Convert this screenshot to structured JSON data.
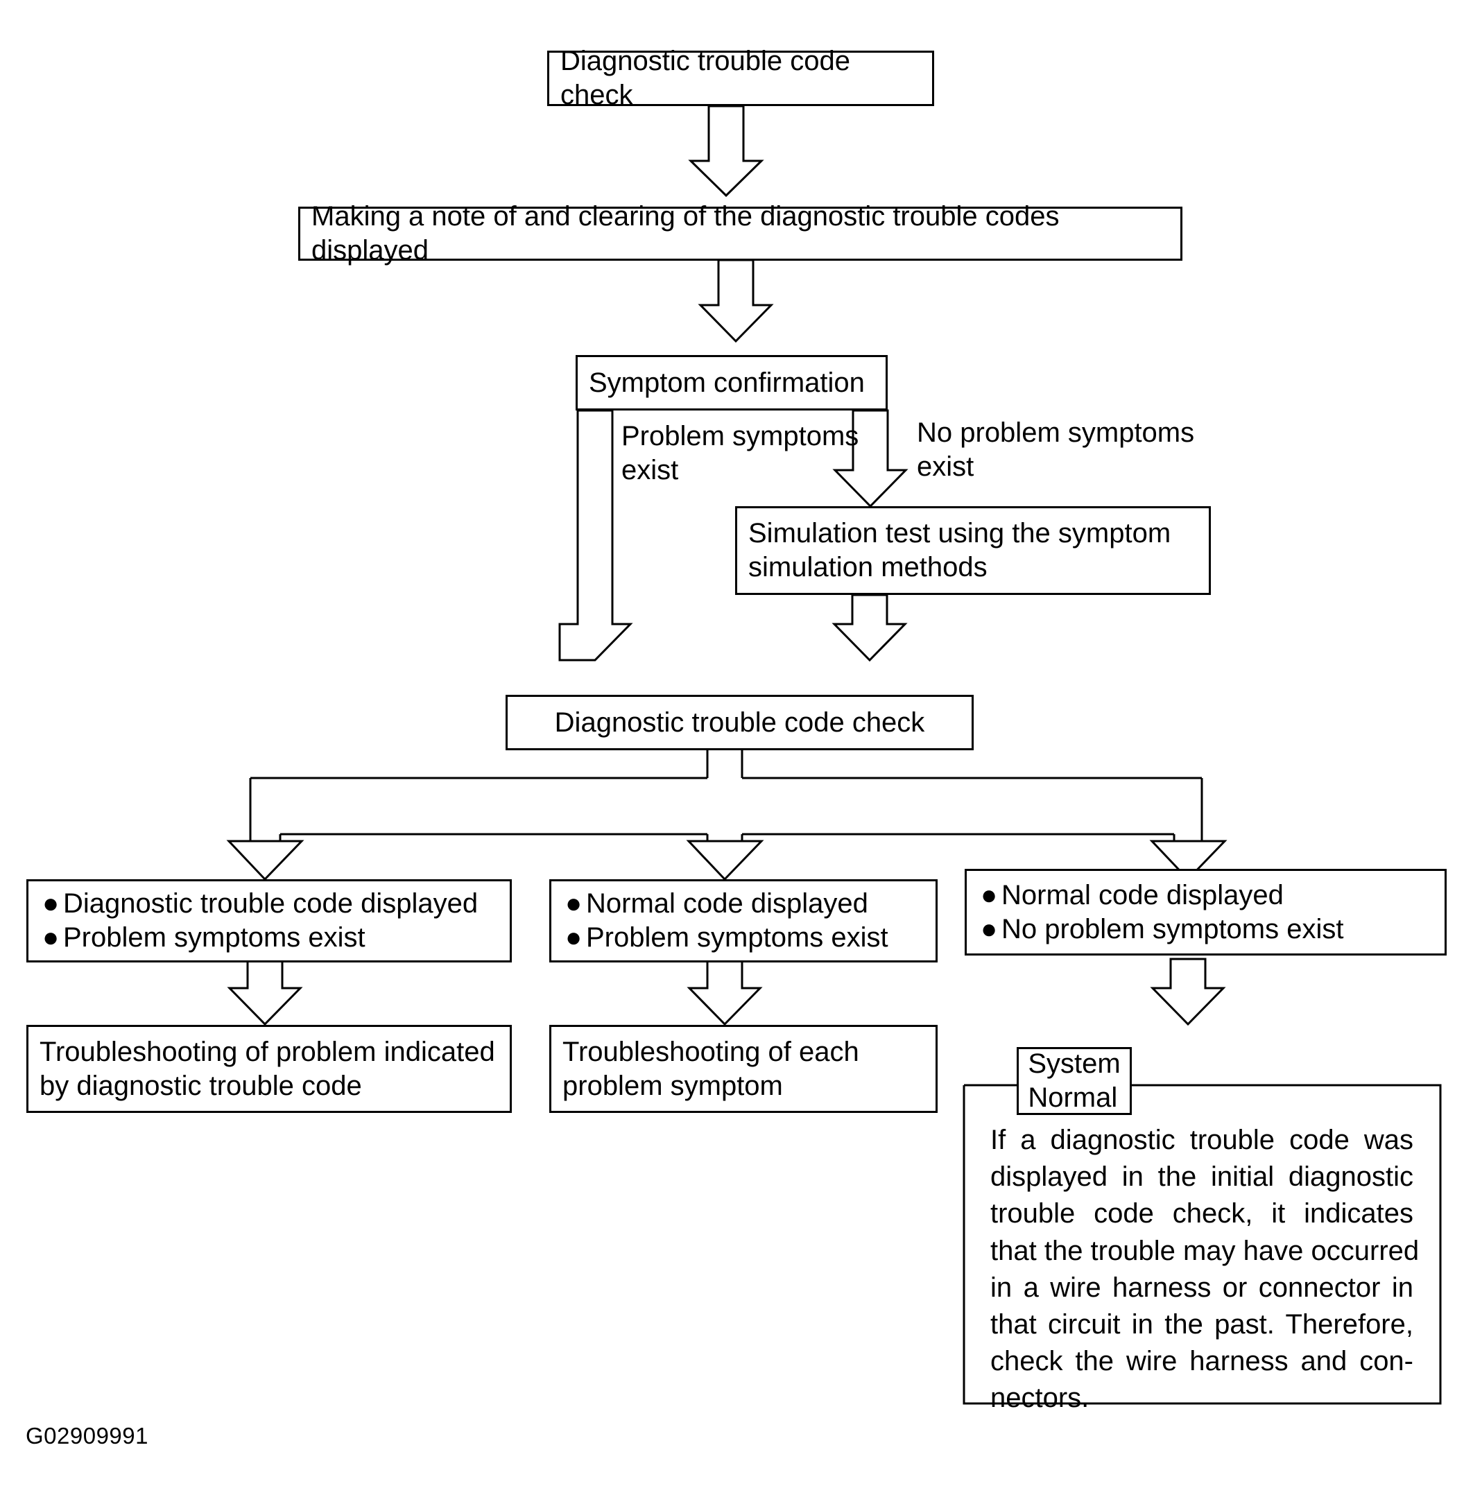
{
  "diagram": {
    "title_code": "G02909991",
    "nodes": {
      "dtc_check_1": "Diagnostic trouble code check",
      "making_note": "Making a note of and clearing of the diagnostic trouble codes displayed",
      "symptom_confirmation": "Symptom confirmation",
      "simulation_test_line1": "Simulation test using the symptom",
      "simulation_test_line2": "simulation methods",
      "dtc_check_2": "Diagnostic trouble code check",
      "outcome_1_bullet_1": "Diagnostic trouble code displayed",
      "outcome_1_bullet_2": "Problem symptoms exist",
      "outcome_2_bullet_1": "Normal code displayed",
      "outcome_2_bullet_2": "Problem symptoms exist",
      "outcome_3_bullet_1": "Normal code displayed",
      "outcome_3_bullet_2": "No problem symptoms exist",
      "action_1_line1": "Troubleshooting of problem indicated",
      "action_1_line2": "by diagnostic trouble code",
      "action_2_line1": "Troubleshooting of each",
      "action_2_line2": "problem symptom",
      "system_normal_label": "System Normal"
    },
    "edge_labels": {
      "problem_symptoms_exist": "Problem symptoms\nexist",
      "no_problem_symptoms_exist": "No problem symptoms\nexist"
    },
    "note": {
      "lines": [
        "If a diagnostic trouble code was",
        "displayed in the initial diagnostic",
        "trouble code check, it indicates",
        "that the trouble may have occurred",
        "in a wire harness or connector in",
        "that circuit in the past. Therefore,",
        "check the wire harness and con-",
        "nectors."
      ]
    },
    "bullet_glyph": "●",
    "colors": {
      "stroke": "#000000",
      "background": "#ffffff"
    }
  }
}
